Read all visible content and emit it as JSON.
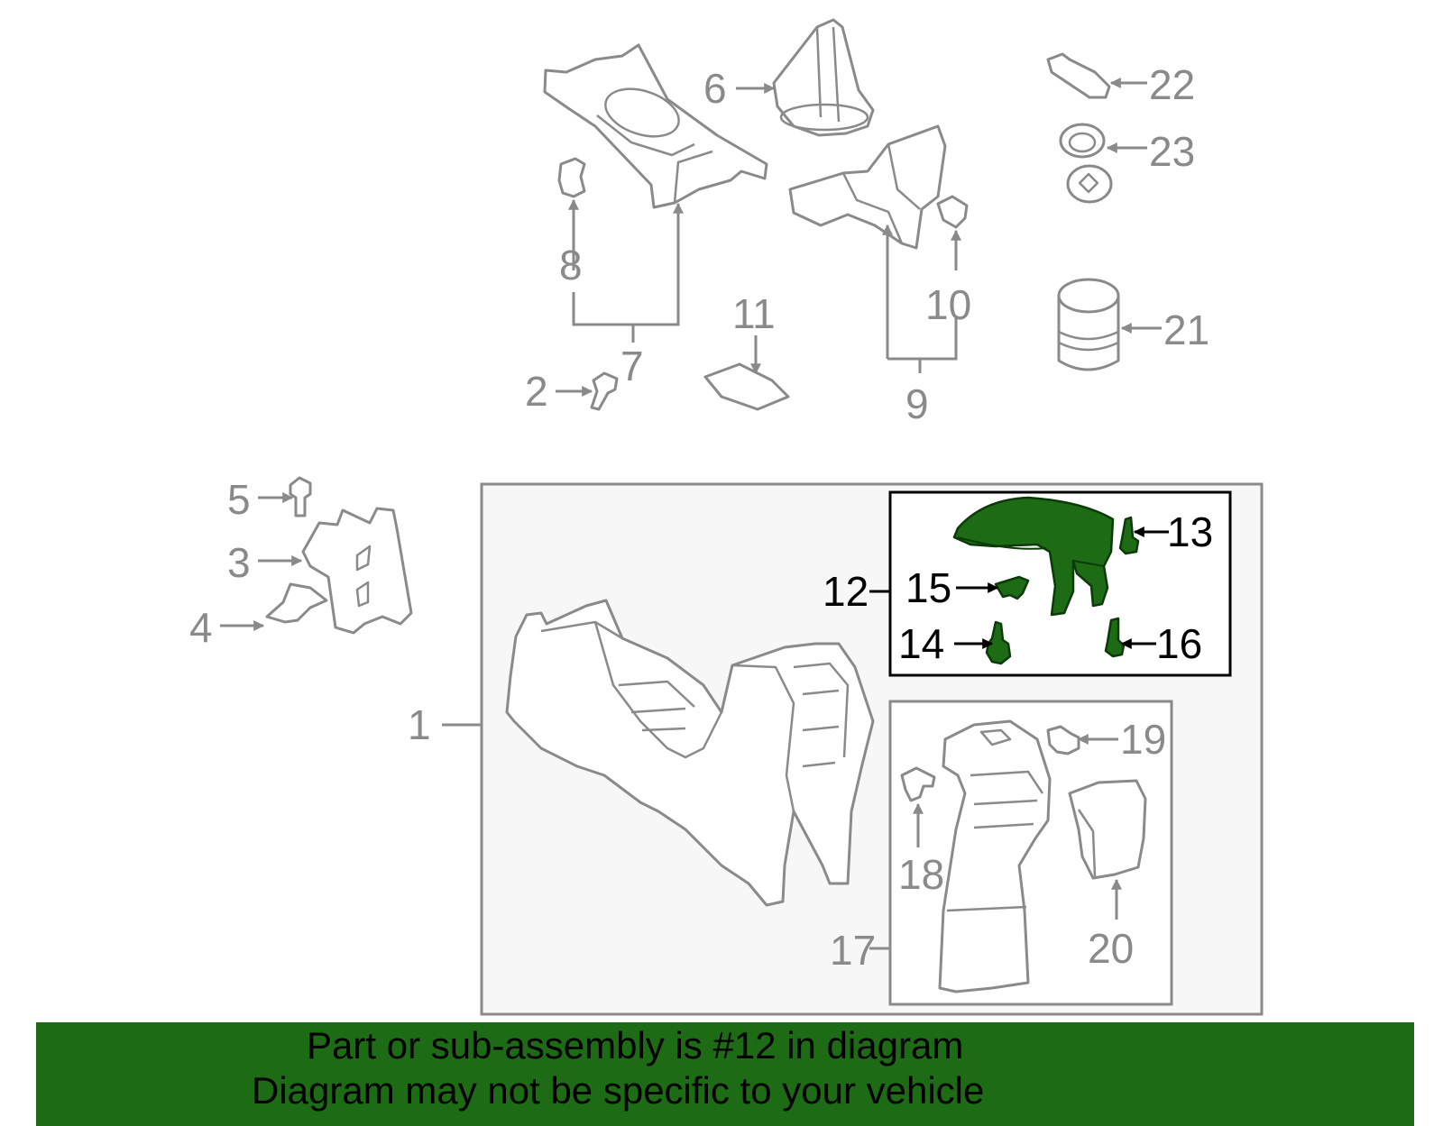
{
  "callouts": [
    "1",
    "2",
    "3",
    "4",
    "5",
    "6",
    "7",
    "8",
    "9",
    "10",
    "11",
    "12",
    "13",
    "14",
    "15",
    "16",
    "17",
    "18",
    "19",
    "20",
    "21",
    "22",
    "23"
  ],
  "highlight_color": "#1e6b16",
  "banner": {
    "line1": "Part or sub-assembly is #12 in diagram",
    "line2": "Diagram may not be specific to your vehicle"
  }
}
